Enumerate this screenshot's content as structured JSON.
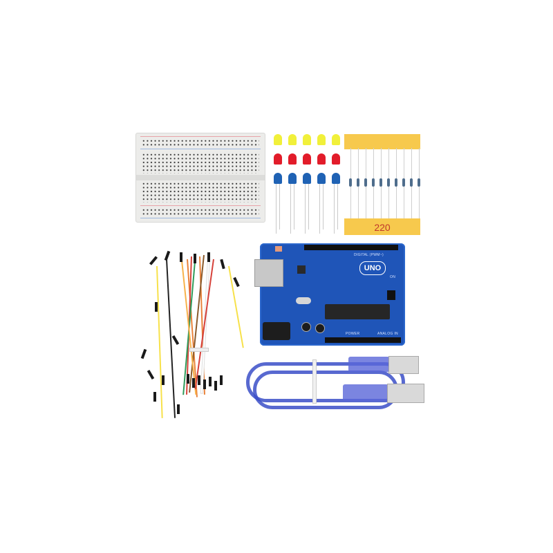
{
  "scene": {
    "description": "Arduino UNO starter kit product photo on white background",
    "background_color": "#ffffff"
  },
  "items": {
    "breadboard": {
      "label": "Half-size breadboard",
      "rail_colors": [
        "#e8a3a8",
        "#9db7de"
      ]
    },
    "leds": {
      "label": "5mm LEDs",
      "rows": [
        {
          "color_name": "yellow",
          "color": "#f1f03a",
          "count": 5
        },
        {
          "color_name": "red",
          "color": "#e21c2a",
          "count": 5
        },
        {
          "color_name": "blue",
          "color": "#1f62b4",
          "count": 5
        }
      ]
    },
    "resistors": {
      "label": "220",
      "count": 10,
      "tape_color": "#f7c94d",
      "label_color": "#c0392b"
    },
    "arduino": {
      "logo": "UNO",
      "silkscreen": {
        "digital": "DIGITAL (PWM~)",
        "power": "POWER",
        "analog": "ANALOG IN",
        "on": "ON"
      },
      "board_color": "#1f55b8"
    },
    "usb_cable": {
      "label": "USB A to B cable",
      "color": "#3b4fc8"
    },
    "jumper_wires": {
      "label": "Male-to-male jumper wires",
      "colors": [
        "#f7e14a",
        "#222222",
        "#e9823a",
        "#ffffff",
        "#2f9b5a",
        "#d6413a",
        "#8a5a2b"
      ]
    }
  }
}
